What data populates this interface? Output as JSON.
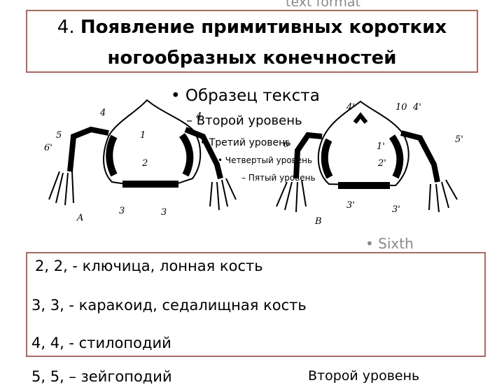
{
  "slide": {
    "top_fade_text": "text format",
    "title_prefix": "4. ",
    "title_line1_bold": "Появление примитивных  коротких",
    "title_line2_bold": "ногообразных конечностей",
    "placeholder_levels": {
      "level1": "• Образец текста",
      "level2": "– Второй уровень",
      "level3": "• Третий уровень",
      "level4": "• Четвертый уровень",
      "level5": "– Пятый уровень",
      "sixth": "• Sixth"
    },
    "figure_labels": {
      "left": [
        "4",
        "5",
        "6'",
        "1",
        "2",
        "3",
        "3",
        "4",
        "A"
      ],
      "right": [
        "4'",
        "10",
        "4'",
        "5'",
        "6",
        "1'",
        "2'",
        "3'",
        "3'",
        "B"
      ]
    },
    "legend": [
      "2, 2, - ключица, лонная кость",
      "3, 3, - каракоид, седалищная кость",
      "4, 4,  - стилоподий"
    ],
    "bottom_cut_left": "5, 5, – зейгоподий",
    "bottom_cut_right": "Второй уровень"
  }
}
